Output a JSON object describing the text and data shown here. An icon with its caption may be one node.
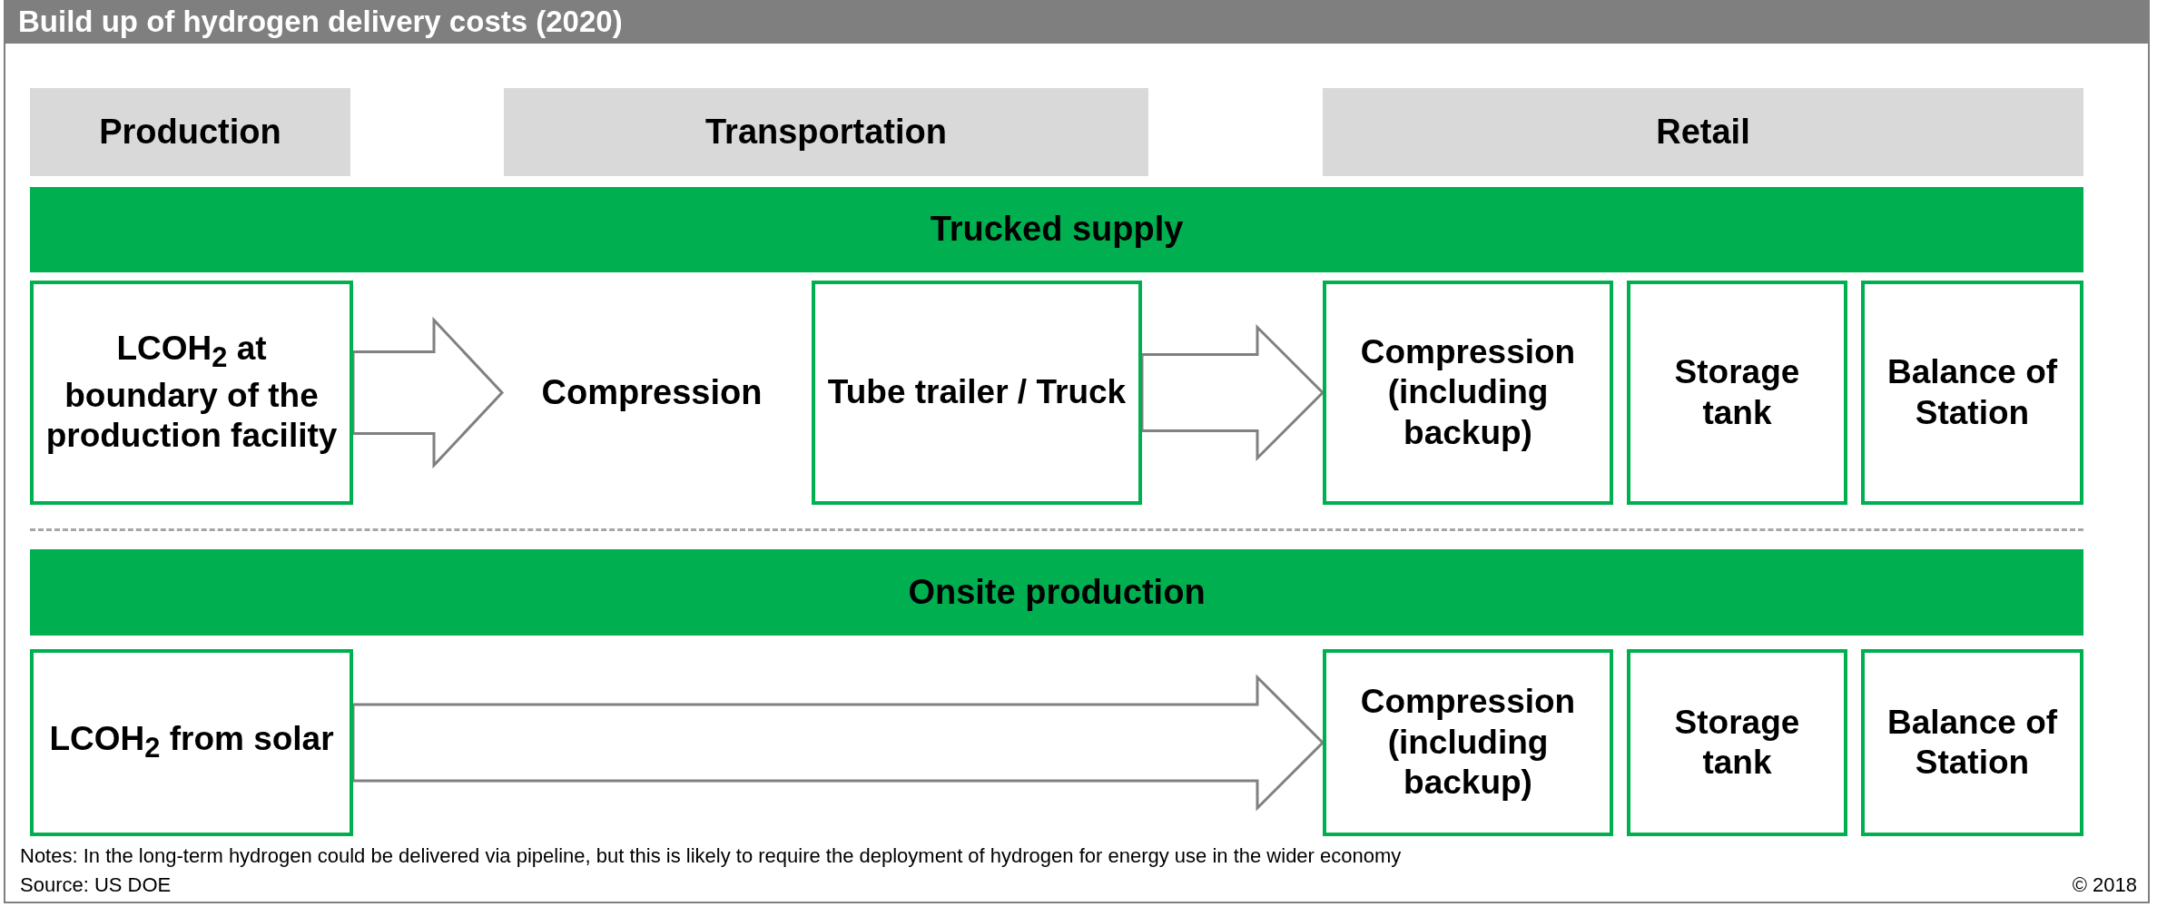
{
  "diagram": {
    "title": "Build up of hydrogen delivery costs (2020)",
    "nodes": [
      {
        "text": [
          "Production"
        ]
      },
      {
        "text": [
          "Transportation"
        ]
      },
      {
        "text": [
          "Retail"
        ]
      },
      {
        "text": [
          "Trucked supply"
        ]
      },
      {
        "text": [
          "LCOH$_{2}$ at boundary of the production facility"
        ]
      },
      {
        "text": [
          "Compression"
        ]
      },
      {
        "text": [
          "Tube trailer / Truck"
        ]
      },
      {
        "text": [
          "Compression (including backup)"
        ]
      },
      {
        "text": [
          "Storage tank"
        ]
      },
      {
        "text": [
          "Balance of Station"
        ]
      },
      {
        "text": [
          "Onsite production"
        ]
      },
      {
        "text": [
          "LCOH$_{2}$ from solar"
        ]
      },
      {
        "text": [
          "Compression (including backup)"
        ]
      },
      {
        "text": [
          "Storage tank"
        ]
      },
      {
        "text": [
          "Balance of Station"
        ]
      }
    ],
    "edges": [
      {
        "from": 4,
        "to": 5,
        "arrow": "to"
      },
      {
        "from": 6,
        "to": 7,
        "arrow": "to"
      },
      {
        "from": 11,
        "to": 12,
        "arrow": "to"
      }
    ],
    "labels": [
      "Notes: In the long-term hydrogen could be delivered via pipeline, but this is likely to require the deployment of hydrogen for energy use in the wider economy",
      "Source: US DOE",
      "© 2018"
    ]
  }
}
